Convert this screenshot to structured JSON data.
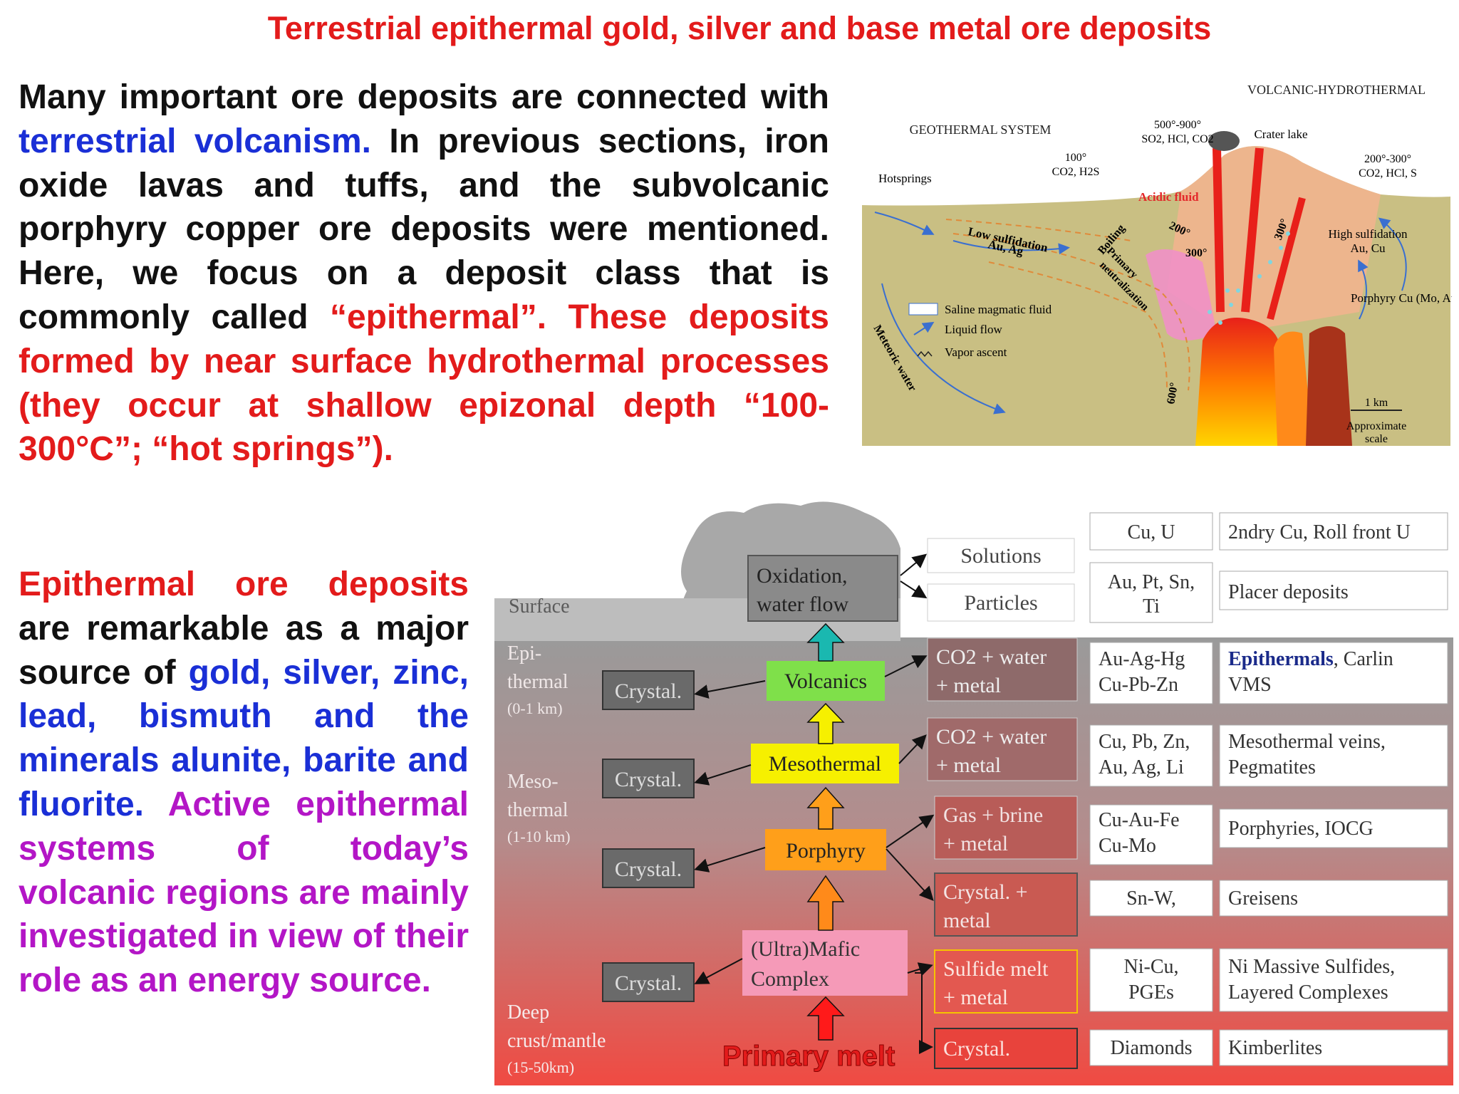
{
  "title": "Terrestrial epithermal gold, silver and base metal ore deposits",
  "intro": {
    "s1": "Many important ore deposits are connected with",
    "s2": "terrestrial volcanism.",
    "s3": "In previous sections, iron oxide lavas and tuffs, and the subvolcanic porphyry copper ore deposits were mentioned. Here, we focus on a deposit class that is commonly called",
    "s4": "“epithermal”.",
    "s5": "These deposits formed by near surface hydrothermal processes (they occur at shallow epizonal depth “100-300°C”; “hot springs”)."
  },
  "second": {
    "s1": "Epithermal ore deposits",
    "s2": "are remarkable as a major source of",
    "s3": "gold, silver, zinc, lead, bismuth and the minerals alunite, barite and fluorite.",
    "s4": "Active epithermal systems of today’s volcanic regions are mainly investigated in view of their role as an energy source."
  },
  "cross_section": {
    "volcanic_title": "VOLCANIC-HYDROTHERMAL SYSTEM",
    "geothermal_title": "GEOTHERMAL SYSTEM",
    "temp_a": "500°-900°",
    "gas_a": "SO2, HCl, CO2",
    "crater_lake": "Crater lake",
    "temp_b": "100°",
    "gas_b": "CO2, H2S",
    "temp_c": "200°-300°",
    "gas_c": "CO2, HCl, S",
    "hotsprings": "Hotsprings",
    "acidic_fluid": "Acidic fluid",
    "low_sulf": "Low sulfidation",
    "low_sulf_metals": "Au, Ag",
    "boiling": "Boiling",
    "primary_neut_1": "Primary",
    "primary_neut_2": "neutralization",
    "iso200": "200°",
    "iso300a": "300°",
    "iso300b": "300°",
    "iso600": "600°",
    "high_sulf": "High sulfidation",
    "high_sulf_metals": "Au, Cu",
    "porphyry_cu": "Porphyry Cu (Mo, Au)",
    "legend_saline": "Saline magmatic fluid",
    "legend_liquid": "Liquid flow",
    "legend_vapor": "Vapor ascent",
    "meteoric": "Meteoric water",
    "scale_label": "1 km",
    "scale_note_1": "Approximate",
    "scale_note_2": "scale"
  },
  "flow": {
    "zones": {
      "surface": "Surface",
      "epi_1": "Epi-",
      "epi_2": "thermal",
      "epi_3": "(0-1 km)",
      "meso_1": "Meso-",
      "meso_2": "thermal",
      "meso_3": "(1-10 km)",
      "deep_1": "Deep",
      "deep_2": "crust/mantle",
      "deep_3": "(15-50km)"
    },
    "crystal": "Crystal.",
    "oxidation_1": "Oxidation,",
    "oxidation_2": "water flow",
    "volcanics": "Volcanics",
    "mesothermal": "Mesothermal",
    "porphyry": "Porphyry",
    "mafic_1": "(Ultra)Mafic",
    "mafic_2": "Complex",
    "primary_melt": "Primary melt",
    "products": {
      "solutions": "Solutions",
      "particles": "Particles",
      "co2a_1": "CO2 + water",
      "co2a_2": "+ metal",
      "co2b_1": "CO2 + water",
      "co2b_2": "+ metal",
      "gas_1": "Gas + brine",
      "gas_2": "+ metal",
      "crystm_1": "Crystal. +",
      "crystm_2": "metal",
      "sulf_1": "Sulfide melt",
      "sulf_2": "+ metal",
      "crystal_last": "Crystal."
    },
    "metals": {
      "m1": "Cu, U",
      "m2_1": "Au, Pt, Sn,",
      "m2_2": "Ti",
      "m3_1": "Au-Ag-Hg",
      "m3_2": "Cu-Pb-Zn",
      "m4_1": "Cu, Pb, Zn,",
      "m4_2": "Au, Ag, Li",
      "m5_1": "Cu-Au-Fe",
      "m5_2": "Cu-Mo",
      "m6": "Sn-W,",
      "m7_1": "Ni-Cu,",
      "m7_2": "PGEs",
      "m8": "Diamonds"
    },
    "deposits": {
      "d1": "2ndry Cu, Roll front U",
      "d2": "Placer deposits",
      "d3_a": "Epithermals",
      "d3_b": ", Carlin",
      "d3_2": "VMS",
      "d4_1": "Mesothermal veins,",
      "d4_2": "Pegmatites",
      "d5": "Porphyries, IOCG",
      "d6": "Greisens",
      "d7_1": "Ni Massive Sulfides,",
      "d7_2": "Layered Complexes",
      "d8": "Kimberlites"
    }
  },
  "colors": {
    "title_red": "#e31b1b",
    "text_blue": "#1a2fd6",
    "text_purple": "#b316c6",
    "volcanics_green": "#7fe04a",
    "mesothermal_yellow": "#f6f000",
    "porphyry_orange": "#ff9f1a",
    "mafic_pink": "#f59ab8",
    "arrow_teal": "#1ab8b0"
  }
}
